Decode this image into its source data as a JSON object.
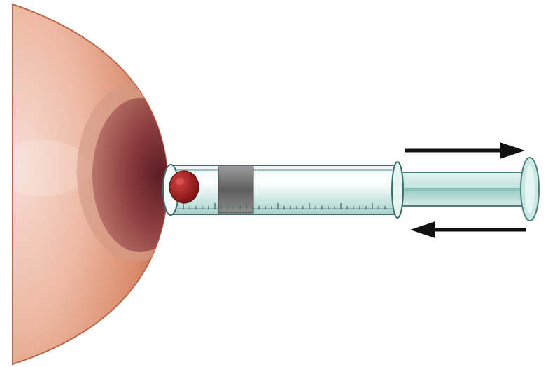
{
  "diagram": {
    "parts": [
      {
        "id": "breast",
        "icon": "breast-illustration"
      },
      {
        "id": "areola",
        "icon": "areola-region"
      },
      {
        "id": "nipple",
        "icon": "nipple"
      },
      {
        "id": "syringe-barrel",
        "icon": "syringe-barrel-graduated"
      },
      {
        "id": "syringe-plunger",
        "icon": "syringe-plunger"
      },
      {
        "id": "arrow-pull",
        "icon": "arrow-right"
      },
      {
        "id": "arrow-push",
        "icon": "arrow-left"
      }
    ],
    "colors": {
      "background": "#ffffff",
      "skin": "#eab39c",
      "skin_edge": "#b86a4c",
      "areola": "#8e3b3d",
      "nipple": "#a82020",
      "barrel_glass": "#d8eeec",
      "barrel_edge": "#3d6e6a",
      "seal": "#6f6f6f",
      "plunger": "#bfe2de",
      "arrow": "#111111"
    }
  }
}
